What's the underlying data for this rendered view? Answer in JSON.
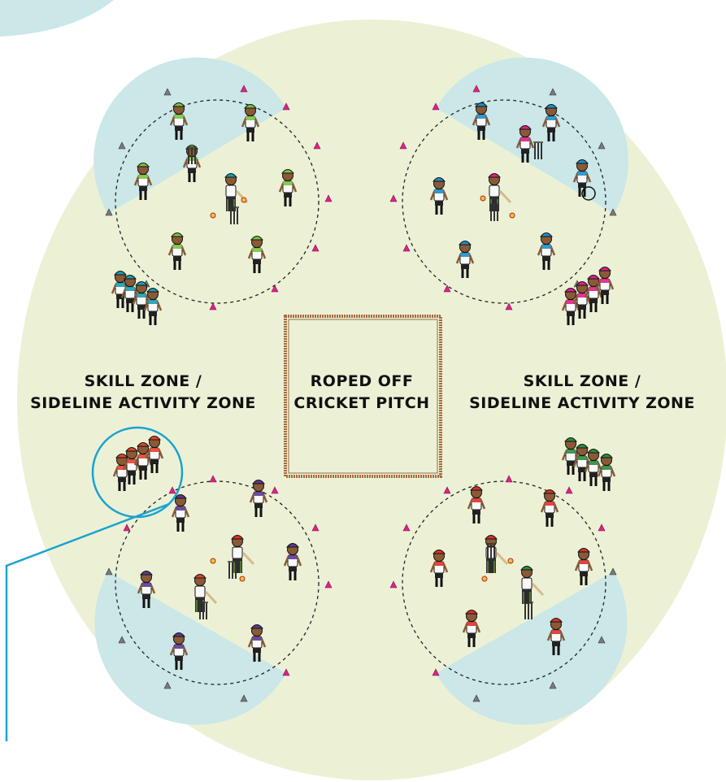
{
  "zone_labels": {
    "left": {
      "line1": "SKILL ZONE /",
      "line2": "SIDELINE ACTIVITY ZONE"
    },
    "right": {
      "line1": "SKILL ZONE /",
      "line2": "SIDELINE ACTIVITY ZONE"
    },
    "center": {
      "line1": "ROPED OFF",
      "line2": "CRICKET PITCH"
    }
  },
  "colors": {
    "field": "#ecf1d6",
    "shaded_sector": "#cbe7e8",
    "corner_blob": "#cbe7e8",
    "callout": "#1aa3cf",
    "pitch_rope": "#a76a3c",
    "marker_pink": "#e0218a",
    "marker_grey": "#7a7a7a",
    "label_text": "#111111"
  },
  "team_colors": {
    "top_left": "#7cc241",
    "top_right": "#1e8fc9",
    "bottom_left": "#5b3a8e",
    "bottom_right": "#d9332b",
    "queue_top_left": "#1b9db0",
    "queue_top_right": "#e0218a",
    "queue_bottom_left": "#e2452c",
    "queue_bottom_right": "#2e8b3e"
  },
  "icons": [
    "player-figure",
    "batter-figure",
    "stumps-icon",
    "cone-marker",
    "ball-icon",
    "wheelchair-player-figure"
  ]
}
